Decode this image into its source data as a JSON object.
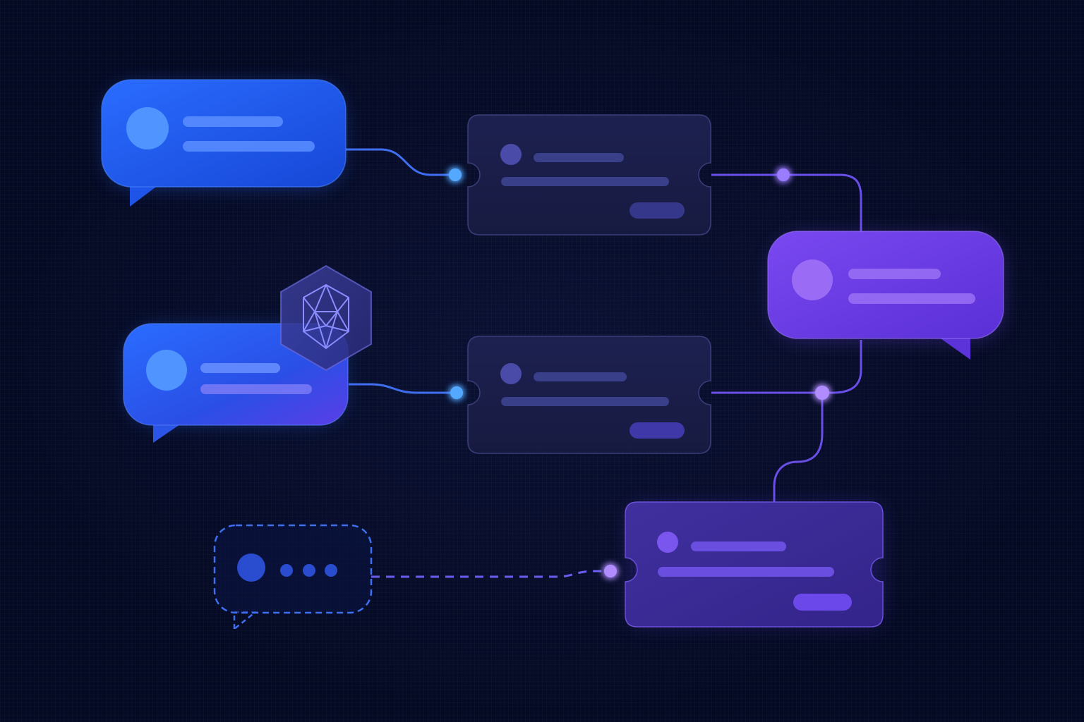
{
  "colors": {
    "background": "#050a24",
    "blue_bubble": "#1f5af2",
    "violet_bubble": "#6a3ee6",
    "card_dark": "#1b1f45",
    "card_violet": "#3a2a9a",
    "connector_blue": "#3f7cf2",
    "connector_violet": "#7c5cf0",
    "node_glow_blue": "#55a8ff",
    "node_glow_violet": "#b08cff",
    "placeholder_line": "#3a4aa8"
  },
  "icons": {
    "badge": "geodesic-hexagon-icon",
    "typing": "typing-dots-icon"
  },
  "elements": {
    "message_bubbles": 3,
    "response_cards": 3,
    "typing_indicator": "pending"
  }
}
